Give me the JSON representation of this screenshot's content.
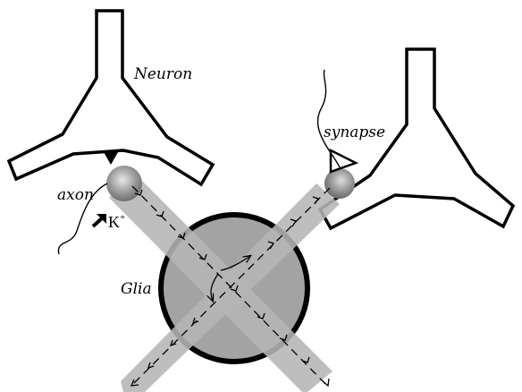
{
  "labels": {
    "neuron": "Neuron",
    "synapse": "synapse",
    "axon": "axon",
    "glia": "Glia",
    "ion_symbol": "K",
    "ion_charge": "+"
  },
  "colors": {
    "outline": "#000000",
    "glia_fill": "#a3a3a3",
    "channel_fill": "#b5b5b5",
    "terminal_fill": "#8c8c8c",
    "background": "#ffffff"
  },
  "icons": {
    "ion_entry": "arrow-up-right-icon",
    "flow": "dashed-arrow-icon"
  }
}
